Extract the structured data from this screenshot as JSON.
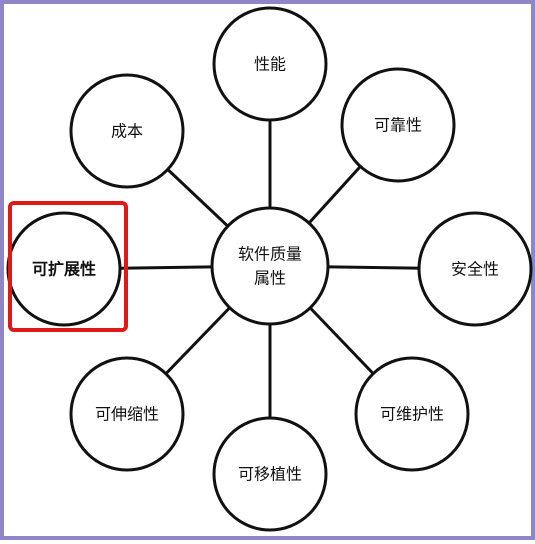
{
  "diagram": {
    "center": {
      "line1": "软件质量",
      "line2": "属性"
    },
    "nodes": {
      "performance": "性能",
      "reliability": "可靠性",
      "security": "安全性",
      "maintainability": "可维护性",
      "portability": "可移植性",
      "elasticity": "可伸缩性",
      "scalability": "可扩展性",
      "cost": "成本"
    },
    "highlight": {
      "node": "scalability",
      "color": "#e01818"
    },
    "colors": {
      "frame": "#8f86c9",
      "stroke": "#111111"
    }
  }
}
